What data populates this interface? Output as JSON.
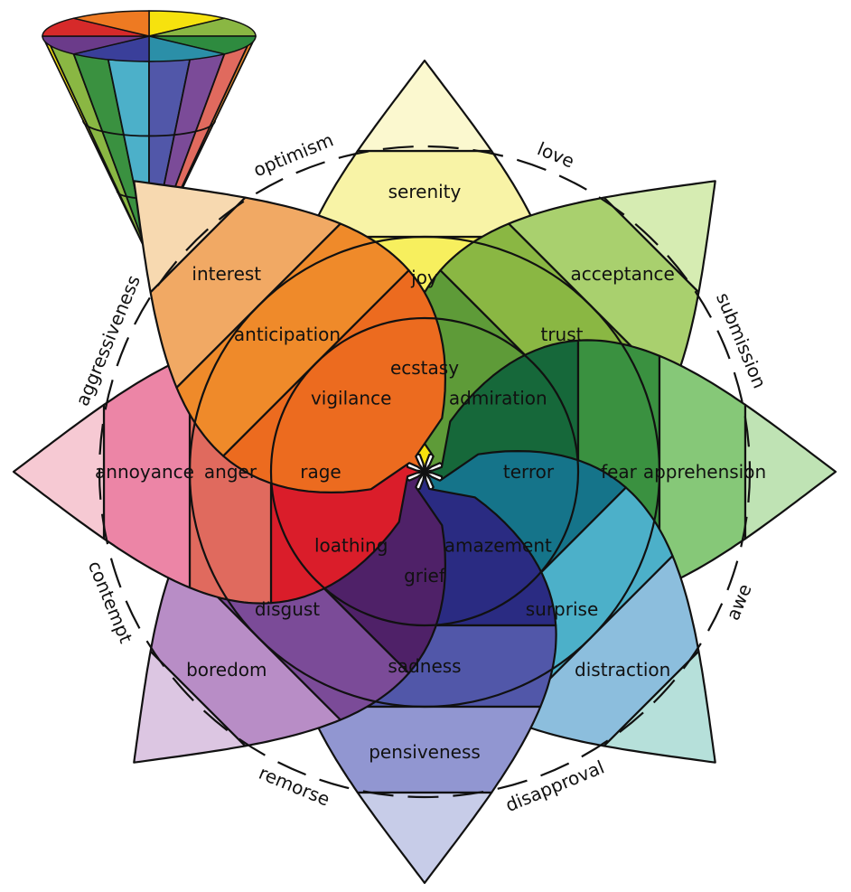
{
  "petals": [
    {
      "key": "joy",
      "angle": -90,
      "tip_length": 455,
      "labels": [
        "ecstasy",
        "joy",
        "serenity"
      ],
      "colors": [
        "#f6e20e",
        "#f7ef5e",
        "#f8f3a6",
        "#fbf8cf"
      ]
    },
    {
      "key": "trust",
      "angle": -45,
      "tip_length": 455,
      "labels": [
        "admiration",
        "trust",
        "acceptance"
      ],
      "colors": [
        "#5e9b38",
        "#8ab743",
        "#a9d06e",
        "#d6ecb2"
      ]
    },
    {
      "key": "fear",
      "angle": 0,
      "tip_length": 455,
      "labels": [
        "terror",
        "fear",
        "apprehension"
      ],
      "colors": [
        "#16683a",
        "#3a9140",
        "#86c878",
        "#bfe3b4"
      ]
    },
    {
      "key": "surprise",
      "angle": 45,
      "tip_length": 455,
      "labels": [
        "amazement",
        "surprise",
        "distraction"
      ],
      "colors": [
        "#15748a",
        "#4cb0c9",
        "#8cbedd",
        "#b6e0da"
      ]
    },
    {
      "key": "sadness",
      "angle": 90,
      "tip_length": 455,
      "labels": [
        "grief",
        "sadness",
        "pensiveness"
      ],
      "colors": [
        "#2a2b82",
        "#5157a9",
        "#9196d1",
        "#c7cce8"
      ]
    },
    {
      "key": "disgust",
      "angle": 135,
      "tip_length": 455,
      "labels": [
        "loathing",
        "disgust",
        "boredom"
      ],
      "colors": [
        "#4f2168",
        "#7b4b98",
        "#b88dc6",
        "#dcc6e2"
      ]
    },
    {
      "key": "anger",
      "angle": 180,
      "tip_length": 455,
      "labels": [
        "rage",
        "anger",
        "annoyance"
      ],
      "colors": [
        "#da1d2a",
        "#e06a5e",
        "#ec85a6",
        "#f6c9d3"
      ]
    },
    {
      "key": "anticipation",
      "angle": -135,
      "tip_length": 455,
      "labels": [
        "vigilance",
        "anticipation",
        "interest"
      ],
      "colors": [
        "#ec6b1f",
        "#ef8a2a",
        "#f1a964",
        "#f7d9b0"
      ]
    }
  ],
  "dyads": [
    {
      "text": "love",
      "angle": -67.5
    },
    {
      "text": "submission",
      "angle": -22.5
    },
    {
      "text": "awe",
      "angle": 22.5
    },
    {
      "text": "disapproval",
      "angle": 67.5
    },
    {
      "text": "remorse",
      "angle": 112.5
    },
    {
      "text": "contempt",
      "angle": 157.5
    },
    {
      "text": "aggressiveness",
      "angle": -157.5
    },
    {
      "text": "optimism",
      "angle": -112.5
    }
  ],
  "cone": {
    "colors": [
      "#f6e20e",
      "#8ab743",
      "#3a9140",
      "#4cb0c9",
      "#5157a9",
      "#7b4b98",
      "#e06a5e",
      "#ef8a2a"
    ],
    "top_colors": [
      "#f6e20e",
      "#8ab743",
      "#2e8b3f",
      "#2b8fa8",
      "#3a3f9a",
      "#6b3b8a",
      "#d62a2a",
      "#ee7a22"
    ]
  }
}
